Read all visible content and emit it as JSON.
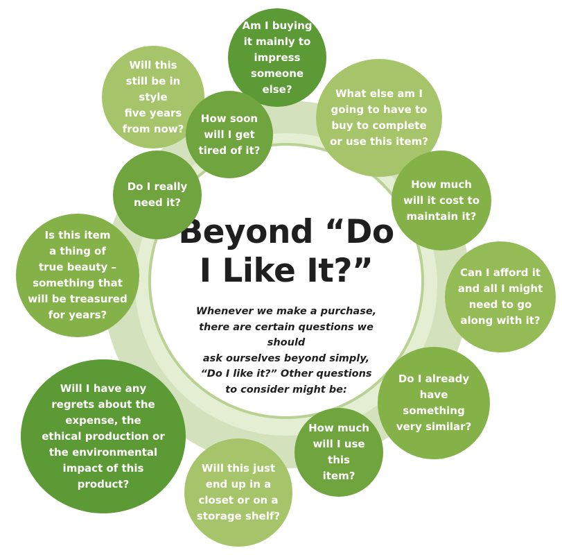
{
  "title": "Beyond “Do\nI Like It?”",
  "intro": "Whenever we make a purchase,\nthere are certain questions we should\nask ourselves beyond simply,\n“Do I like it?” Other questions\nto consider might be:",
  "questions": [
    "Am I buying\nit mainly to\nimpress\nsomeone else?",
    "What else am I\ngoing to have to\nbuy to complete\nor use this item?",
    "How much\nwill it cost to\nmaintain it?",
    "Can I afford it\nand all I might\nneed to go\nalong with it?",
    "Do I already\nhave something\nvery similar?",
    "How much\nwill I use this\nitem?",
    "Will this just\nend up in a\ncloset or on a\nstorage shelf?",
    "Will I have any\nregrets about the\nexpense, the\nethical production or\nthe environmental\nimpact of this\nproduct?",
    "Is this item\na thing of\ntrue beauty –\nsomething that\nwill be treasured\nfor years?",
    "Do I really\nneed it?",
    "Will this\nstill be in style\nfive years\nfrom now?",
    "How soon\nwill I get\ntired of it?"
  ],
  "colors": {
    "dark_green": "#5b9a35",
    "mid_green": "#84b248",
    "light_green": "#a6c56a",
    "ring": "#d3e2bc",
    "text_dark": "#1f1f1f"
  }
}
